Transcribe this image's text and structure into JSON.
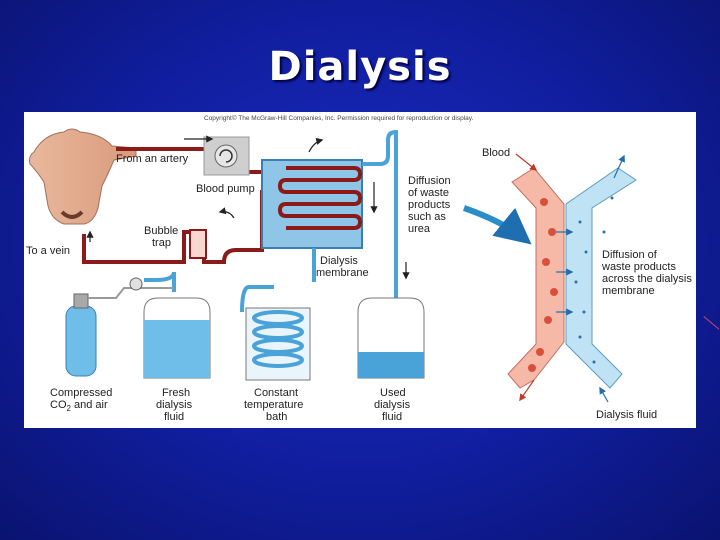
{
  "slide": {
    "title": "Dialysis"
  },
  "figure": {
    "copyright": "Copyright© The McGraw-Hill Companies, Inc. Permission required for reproduction or display.",
    "labels": {
      "from_artery": "From an artery",
      "blood_pump": "Blood pump",
      "bubble_trap_1": "Bubble",
      "bubble_trap_2": "trap",
      "to_vein": "To a vein",
      "dialysis_membrane_1": "Dialysis",
      "dialysis_membrane_2": "membrane",
      "diffusion_1": "Diffusion",
      "diffusion_2": "of waste",
      "diffusion_3": "products",
      "diffusion_4": "such as",
      "diffusion_5": "urea",
      "compressed_1": "Compressed",
      "compressed_2": "CO",
      "compressed_sub": "2",
      "compressed_3": " and air",
      "fresh_1": "Fresh",
      "fresh_2": "dialysis",
      "fresh_3": "fluid",
      "constant_1": "Constant",
      "constant_2": "temperature",
      "constant_3": "bath",
      "used_1": "Used",
      "used_2": "dialysis",
      "used_3": "fluid",
      "blood": "Blood",
      "membrane_diff_1": "Diffusion of",
      "membrane_diff_2": "waste products",
      "membrane_diff_3": "across the dialysis",
      "membrane_diff_4": "membrane",
      "dialysis_fluid": "Dialysis fluid"
    },
    "colors": {
      "blood": "#8b1a1a",
      "fluid": "#4aa3d8",
      "fluid_light": "#bfe3f5",
      "blood_light": "#f6b9a8"
    }
  }
}
